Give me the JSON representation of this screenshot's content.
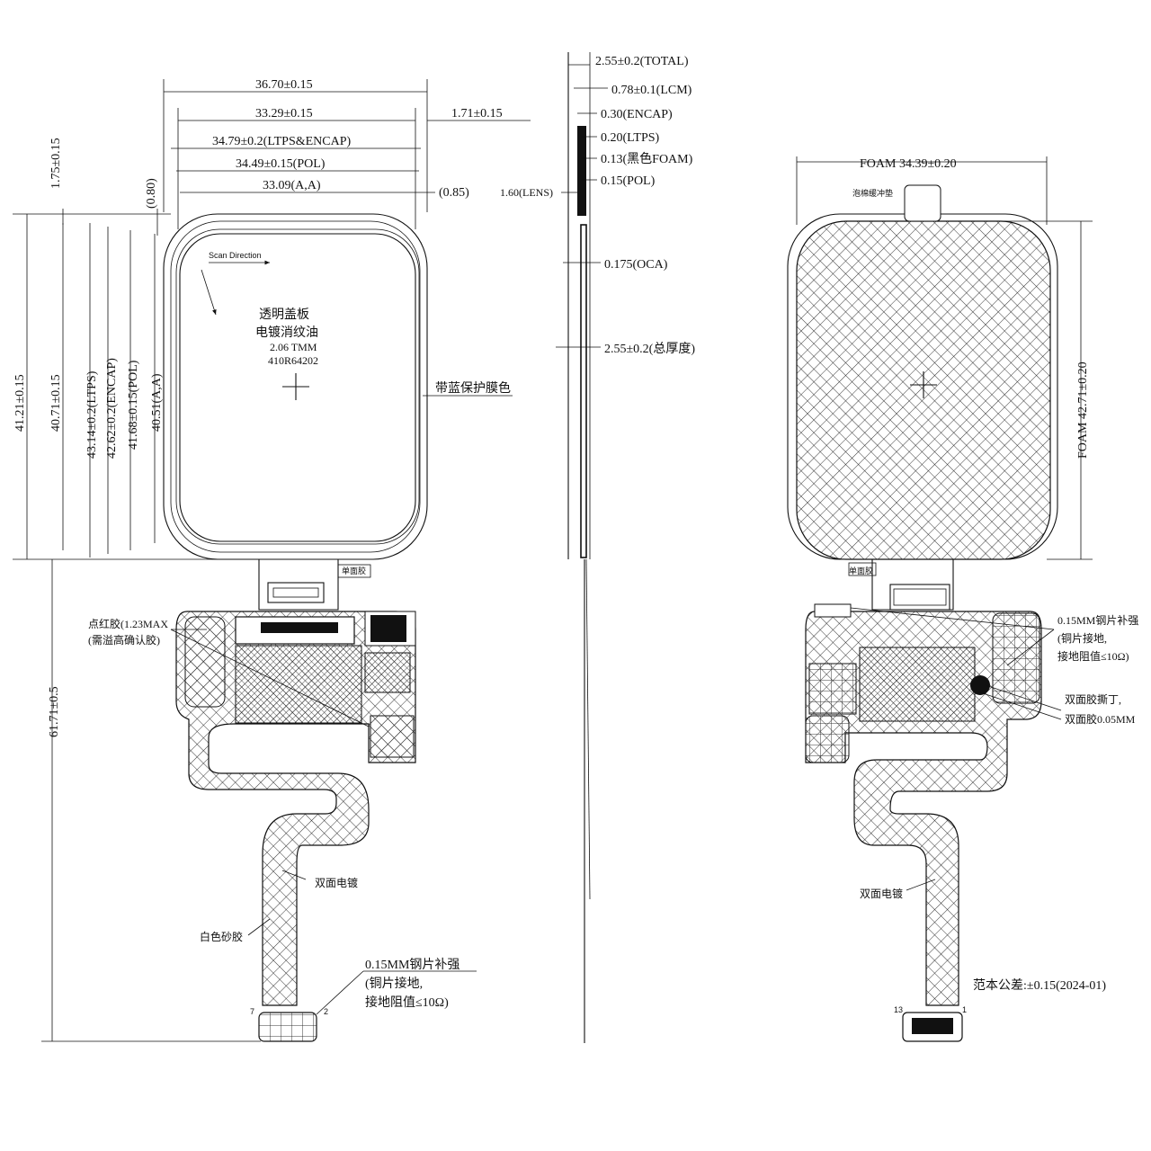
{
  "front_view": {
    "dims_top": [
      "36.70±0.15",
      "33.29±0.15",
      "1.71±0.15",
      "34.79±0.2(LTPS&ENCAP)",
      "34.49±0.15(POL)",
      "33.09(A,A)",
      "(0.85)"
    ],
    "dims_left": [
      "1.75±0.15",
      "(0.80)",
      "41.21±0.15",
      "40.71±0.15",
      "43.14±0.2(LTPS)",
      "42.62±0.2(ENCAP)",
      "41.68±0.15(POL)",
      "40.51(A,A)",
      "61.71±0.5"
    ],
    "screen_text": [
      "透明盖板",
      "电镀消纹油",
      "2.06 TMM",
      "410R64202"
    ],
    "scan_direction": "Scan Direction",
    "blue_film": "带蓝保护膜色",
    "single_side_tape": "单面胶",
    "red_glue": [
      "点红胶(1.23MAX",
      "(需溢高确认胶)"
    ],
    "double_plating": "双面电镀",
    "white_sand": "白色砂胶",
    "steel_note": [
      "0.15MM钢片补强",
      "(铜片接地,",
      "接地阻值≤10Ω)"
    ],
    "pin_left": "7",
    "pin_right": "2"
  },
  "side_view": {
    "labels": [
      "2.55±0.2(TOTAL)",
      "0.78±0.1(LCM)",
      "0.30(ENCAP)",
      "0.20(LTPS)",
      "0.13(黑色FOAM)",
      "0.15(POL)",
      "1.60(LENS)",
      "0.175(OCA)",
      "2.55±0.2(总厚度)"
    ]
  },
  "back_view": {
    "foam_width": "FOAM 34.39±0.20",
    "foam_height": "FOAM 42.71±0.20",
    "foam_cushion": "泡棉缓冲垫",
    "single_side_tape": "单面胶",
    "steel_note": [
      "0.15MM钢片补强",
      "(铜片接地,",
      "接地阻值≤10Ω)"
    ],
    "double_tape": [
      "双面胶撕丁,",
      "双面胶0.05MM"
    ],
    "double_plating": "双面电镀",
    "tolerance": "范本公差:±0.15(2024-01)",
    "pin_left": "13",
    "pin_right": "1"
  }
}
